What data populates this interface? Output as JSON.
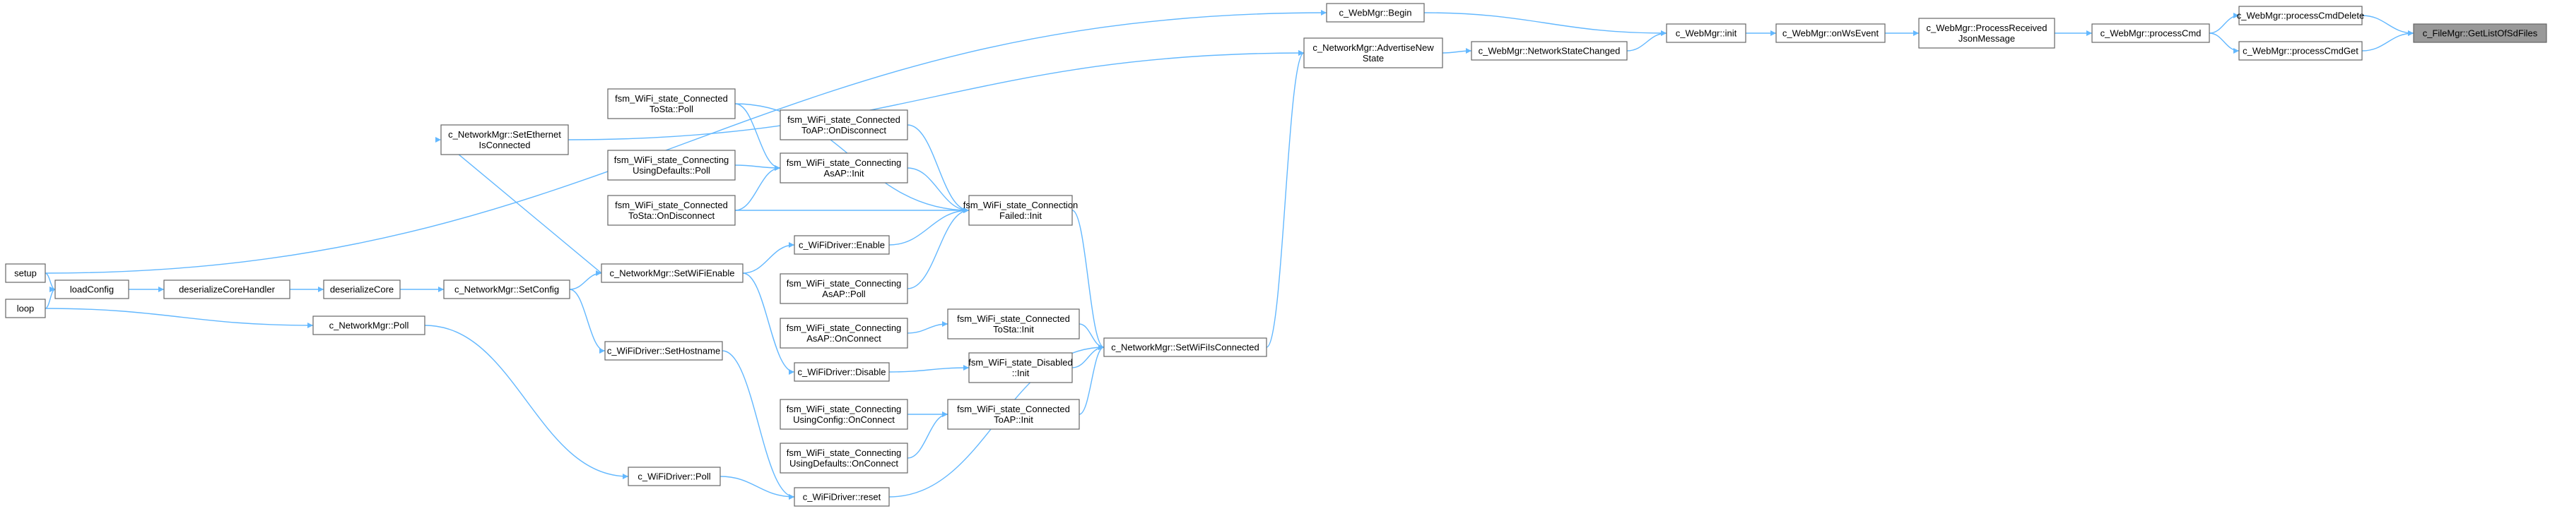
{
  "graph": {
    "colors": {
      "node_fill": "#ffffff",
      "node_border": "#666666",
      "root_fill": "#999999",
      "edge": "#63b8ff",
      "text": "#000000"
    },
    "nodes": [
      {
        "id": "getlist",
        "lines": [
          "c_FileMgr::GetListOfSdFiles"
        ],
        "root": true
      },
      {
        "id": "pcdelete",
        "lines": [
          "c_WebMgr::processCmdDelete"
        ]
      },
      {
        "id": "pcget",
        "lines": [
          "c_WebMgr::processCmdGet"
        ]
      },
      {
        "id": "pcmd",
        "lines": [
          "c_WebMgr::processCmd"
        ]
      },
      {
        "id": "prjm",
        "lines": [
          "c_WebMgr::ProcessReceived",
          "JsonMessage"
        ]
      },
      {
        "id": "onws",
        "lines": [
          "c_WebMgr::onWsEvent"
        ]
      },
      {
        "id": "init",
        "lines": [
          "c_WebMgr::init"
        ]
      },
      {
        "id": "begin",
        "lines": [
          "c_WebMgr::Begin"
        ]
      },
      {
        "id": "nsc",
        "lines": [
          "c_WebMgr::NetworkStateChanged"
        ]
      },
      {
        "id": "ans",
        "lines": [
          "c_NetworkMgr::AdvertiseNew",
          "State"
        ]
      },
      {
        "id": "swic",
        "lines": [
          "c_NetworkMgr::SetWiFiIsConnected"
        ]
      },
      {
        "id": "seic",
        "lines": [
          "c_NetworkMgr::SetEthernet",
          "IsConnected"
        ]
      },
      {
        "id": "cfinit",
        "lines": [
          "fsm_WiFi_state_Connection",
          "Failed::Init"
        ]
      },
      {
        "id": "ctsinit",
        "lines": [
          "fsm_WiFi_state_Connected",
          "ToSta::Init"
        ]
      },
      {
        "id": "dinit",
        "lines": [
          "fsm_WiFi_state_Disabled",
          "::Init"
        ]
      },
      {
        "id": "ctapinit",
        "lines": [
          "fsm_WiFi_state_Connected",
          "ToAP::Init"
        ]
      },
      {
        "id": "reset",
        "lines": [
          "c_WiFiDriver::reset"
        ]
      },
      {
        "id": "ctspoll",
        "lines": [
          "fsm_WiFi_state_Connected",
          "ToSta::Poll"
        ]
      },
      {
        "id": "ctapod",
        "lines": [
          "fsm_WiFi_state_Connected",
          "ToAP::OnDisconnect"
        ]
      },
      {
        "id": "cudpoll",
        "lines": [
          "fsm_WiFi_state_Connecting",
          "UsingDefaults::Poll"
        ]
      },
      {
        "id": "caapinit",
        "lines": [
          "fsm_WiFi_state_Connecting",
          "AsAP::Init"
        ]
      },
      {
        "id": "ctsod",
        "lines": [
          "fsm_WiFi_state_Connected",
          "ToSta::OnDisconnect"
        ]
      },
      {
        "id": "enable",
        "lines": [
          "c_WiFiDriver::Enable"
        ]
      },
      {
        "id": "caappoll",
        "lines": [
          "fsm_WiFi_state_Connecting",
          "AsAP::Poll"
        ]
      },
      {
        "id": "caapoc",
        "lines": [
          "fsm_WiFi_state_Connecting",
          "AsAP::OnConnect"
        ]
      },
      {
        "id": "disable",
        "lines": [
          "c_WiFiDriver::Disable"
        ]
      },
      {
        "id": "cucoc",
        "lines": [
          "fsm_WiFi_state_Connecting",
          "UsingConfig::OnConnect"
        ]
      },
      {
        "id": "cudoc",
        "lines": [
          "fsm_WiFi_state_Connecting",
          "UsingDefaults::OnConnect"
        ]
      },
      {
        "id": "swe",
        "lines": [
          "c_NetworkMgr::SetWiFiEnable"
        ]
      },
      {
        "id": "shost",
        "lines": [
          "c_WiFiDriver::SetHostname"
        ]
      },
      {
        "id": "wpoll",
        "lines": [
          "c_WiFiDriver::Poll"
        ]
      },
      {
        "id": "scfg",
        "lines": [
          "c_NetworkMgr::SetConfig"
        ]
      },
      {
        "id": "npoll",
        "lines": [
          "c_NetworkMgr::Poll"
        ]
      },
      {
        "id": "dcore",
        "lines": [
          "deserializeCore"
        ]
      },
      {
        "id": "dch",
        "lines": [
          "deserializeCoreHandler"
        ]
      },
      {
        "id": "lcfg",
        "lines": [
          "loadConfig"
        ]
      },
      {
        "id": "setup",
        "lines": [
          "setup"
        ]
      },
      {
        "id": "loop",
        "lines": [
          "loop"
        ]
      }
    ],
    "edges": [
      [
        "pcdelete",
        "getlist"
      ],
      [
        "pcget",
        "getlist"
      ],
      [
        "pcmd",
        "pcdelete"
      ],
      [
        "pcmd",
        "pcget"
      ],
      [
        "prjm",
        "pcmd"
      ],
      [
        "onws",
        "prjm"
      ],
      [
        "init",
        "onws"
      ],
      [
        "begin",
        "init"
      ],
      [
        "nsc",
        "init"
      ],
      [
        "ans",
        "nsc"
      ],
      [
        "swic",
        "ans"
      ],
      [
        "seic",
        "ans"
      ],
      [
        "cfinit",
        "swic"
      ],
      [
        "ctsinit",
        "swic"
      ],
      [
        "dinit",
        "swic"
      ],
      [
        "ctapinit",
        "swic"
      ],
      [
        "reset",
        "swic"
      ],
      [
        "ctspoll",
        "cfinit"
      ],
      [
        "ctapod",
        "cfinit"
      ],
      [
        "caapinit",
        "cfinit"
      ],
      [
        "ctsod",
        "cfinit"
      ],
      [
        "enable",
        "cfinit"
      ],
      [
        "caappoll",
        "cfinit"
      ],
      [
        "cudpoll",
        "caapinit"
      ],
      [
        "ctspoll",
        "caapinit"
      ],
      [
        "ctsod",
        "caapinit"
      ],
      [
        "caapoc",
        "ctsinit"
      ],
      [
        "disable",
        "dinit"
      ],
      [
        "cucoc",
        "ctapinit"
      ],
      [
        "cudoc",
        "ctapinit"
      ],
      [
        "swe",
        "seic"
      ],
      [
        "swe",
        "enable"
      ],
      [
        "swe",
        "disable"
      ],
      [
        "shost",
        "reset"
      ],
      [
        "wpoll",
        "reset"
      ],
      [
        "scfg",
        "swe"
      ],
      [
        "scfg",
        "shost"
      ],
      [
        "npoll",
        "wpoll"
      ],
      [
        "dcore",
        "scfg"
      ],
      [
        "dch",
        "dcore"
      ],
      [
        "lcfg",
        "dch"
      ],
      [
        "setup",
        "lcfg"
      ],
      [
        "loop",
        "lcfg"
      ],
      [
        "loop",
        "npoll"
      ],
      [
        "setup",
        "begin"
      ]
    ]
  }
}
